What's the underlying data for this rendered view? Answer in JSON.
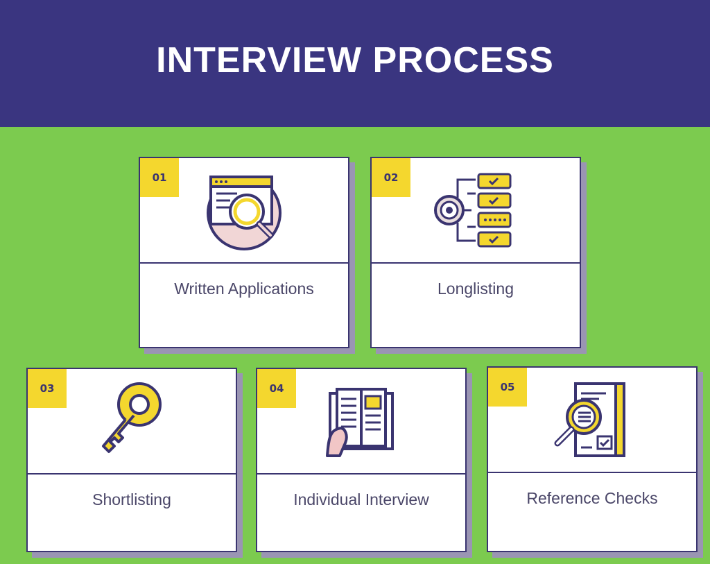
{
  "header": {
    "title": "INTERVIEW PROCESS"
  },
  "steps": [
    {
      "number": "01",
      "label": "Written Applications",
      "icon": "search-window-icon"
    },
    {
      "number": "02",
      "label": "Longlisting",
      "icon": "target-checklist-icon"
    },
    {
      "number": "03",
      "label": "Shortlisting",
      "icon": "key-icon"
    },
    {
      "number": "04",
      "label": "Individual Interview",
      "icon": "open-book-icon"
    },
    {
      "number": "05",
      "label": "Reference Checks",
      "icon": "document-magnifier-icon"
    }
  ],
  "colors": {
    "header_bg": "#3a3580",
    "page_bg": "#7ccb4f",
    "badge": "#f4d72e",
    "outline": "#3a3470",
    "label_text": "#4a4668"
  }
}
